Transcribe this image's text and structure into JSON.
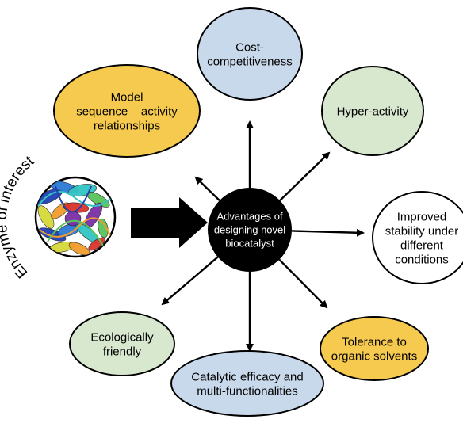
{
  "colors": {
    "center_fill": "#000000",
    "center_text": "#ffffff",
    "blue": "#c9d9ec",
    "yellow": "#f6c94f",
    "green": "#d8e8cf",
    "white": "#ffffff",
    "stroke": "#000000",
    "protein_helix_colors": [
      "#1f3fb3",
      "#2b7bd6",
      "#33c3c3",
      "#59c25a",
      "#d6d83a",
      "#f19c2b",
      "#d9342b",
      "#7b2fa6"
    ]
  },
  "input_label": "Enzyme of interest",
  "center": {
    "lines": [
      "Advantages of",
      "designing novel",
      "biocatalyst"
    ]
  },
  "nodes": [
    {
      "id": "cost",
      "lines": [
        "Cost-",
        "competitiveness"
      ],
      "color": "blue"
    },
    {
      "id": "hyper",
      "lines": [
        "Hyper-activity"
      ],
      "color": "green"
    },
    {
      "id": "stability",
      "lines": [
        "Improved",
        "stability under",
        "different",
        "conditions"
      ],
      "color": "white"
    },
    {
      "id": "tolerance",
      "lines": [
        "Tolerance to",
        "organic solvents"
      ],
      "color": "yellow"
    },
    {
      "id": "catalytic",
      "lines": [
        "Catalytic efficacy and",
        "multi-functionalities"
      ],
      "color": "blue"
    },
    {
      "id": "eco",
      "lines": [
        "Ecologically",
        "friendly"
      ],
      "color": "green"
    },
    {
      "id": "model",
      "lines": [
        "Model",
        "sequence – activity",
        "relationships"
      ],
      "color": "yellow"
    }
  ]
}
